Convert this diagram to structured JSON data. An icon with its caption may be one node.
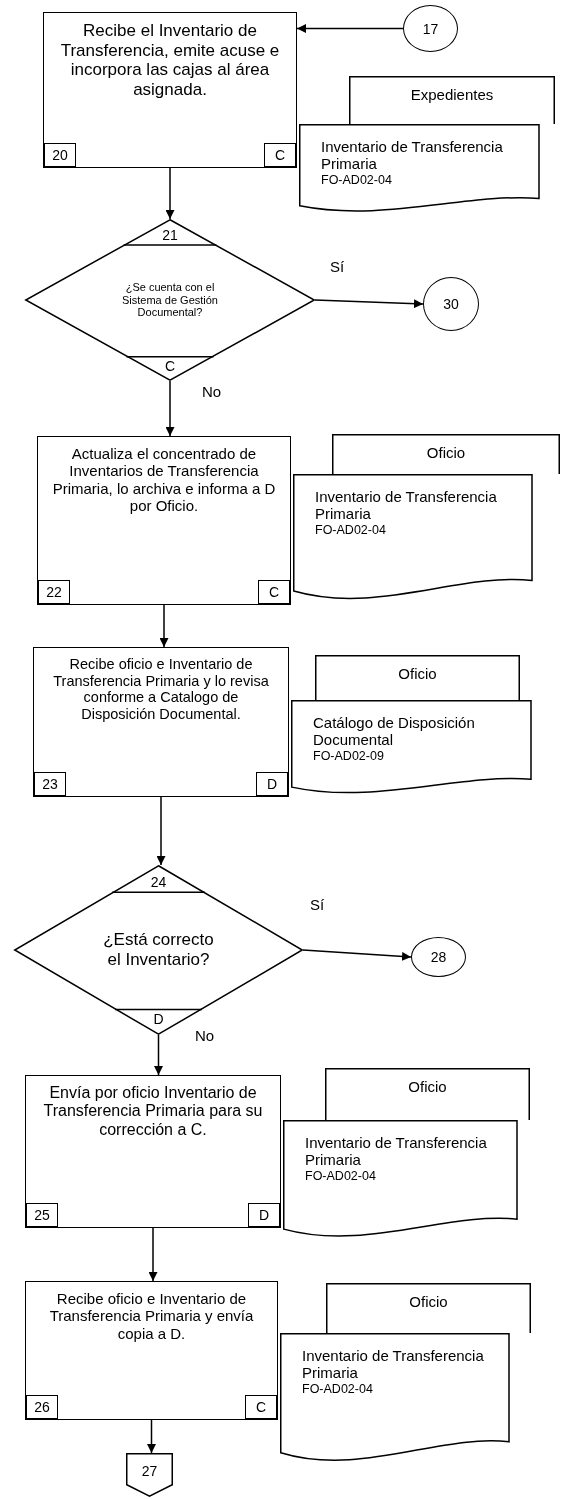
{
  "diagram": {
    "nodes": [
      {
        "text": [
          "Recibe el Inventario de Transferencia, emite acuse e incorpora las cajas al área asignada.",
          "20",
          "C"
        ]
      },
      {
        "text": [
          "17"
        ]
      },
      {
        "text": [
          "Expedientes"
        ]
      },
      {
        "text": [
          "Inventario de Transferencia Primaria",
          "FO-AD02-04"
        ]
      },
      {
        "text": [
          "21",
          "¿Se cuenta con el Sistema de Gestión Documental?",
          "C"
        ]
      },
      {
        "text": [
          "30"
        ]
      },
      {
        "text": [
          "Actualiza el concentrado de Inventarios de Transferencia Primaria, lo archiva e informa a D por Oficio.",
          "22",
          "C"
        ]
      },
      {
        "text": [
          "Oficio"
        ]
      },
      {
        "text": [
          "Inventario de Transferencia Primaria",
          "FO-AD02-04"
        ]
      },
      {
        "text": [
          "Recibe oficio e Inventario de Transferencia Primaria y lo revisa conforme a Catalogo de Disposición Documental.",
          "23",
          "D"
        ]
      },
      {
        "text": [
          "Oficio"
        ]
      },
      {
        "text": [
          "Catálogo de Disposición Documental",
          "FO-AD02-09"
        ]
      },
      {
        "text": [
          "24",
          "¿Está correcto el Inventario?",
          "D"
        ]
      },
      {
        "text": [
          "28"
        ]
      },
      {
        "text": [
          "Envía por oficio Inventario de Transferencia Primaria para su corrección a C.",
          "25",
          "D"
        ]
      },
      {
        "text": [
          "Oficio"
        ]
      },
      {
        "text": [
          "Inventario de Transferencia Primaria",
          "FO-AD02-04"
        ]
      },
      {
        "text": [
          "Recibe oficio e Inventario de Transferencia Primaria y envía copia a D.",
          "26",
          "C"
        ]
      },
      {
        "text": [
          "Oficio"
        ]
      },
      {
        "text": [
          "Inventario de Transferencia Primaria",
          "FO-AD02-04"
        ]
      },
      {
        "text": [
          "27"
        ]
      }
    ],
    "edges": [
      {
        "from": 1,
        "to": 0,
        "arrow": "to"
      },
      {
        "from": 0,
        "to": 4,
        "arrow": "to"
      },
      {
        "from": 4,
        "to": 5,
        "arrow": "to",
        "label": "Sí"
      },
      {
        "from": 4,
        "to": 6,
        "arrow": "to",
        "label": "No"
      },
      {
        "from": 6,
        "to": 9,
        "arrow": "to"
      },
      {
        "from": 9,
        "to": 12,
        "arrow": "to"
      },
      {
        "from": 12,
        "to": 13,
        "arrow": "to",
        "label": "Sí"
      },
      {
        "from": 12,
        "to": 14,
        "arrow": "to",
        "label": "No"
      },
      {
        "from": 14,
        "to": 17,
        "arrow": "to"
      },
      {
        "from": 17,
        "to": 20,
        "arrow": "to"
      }
    ]
  }
}
